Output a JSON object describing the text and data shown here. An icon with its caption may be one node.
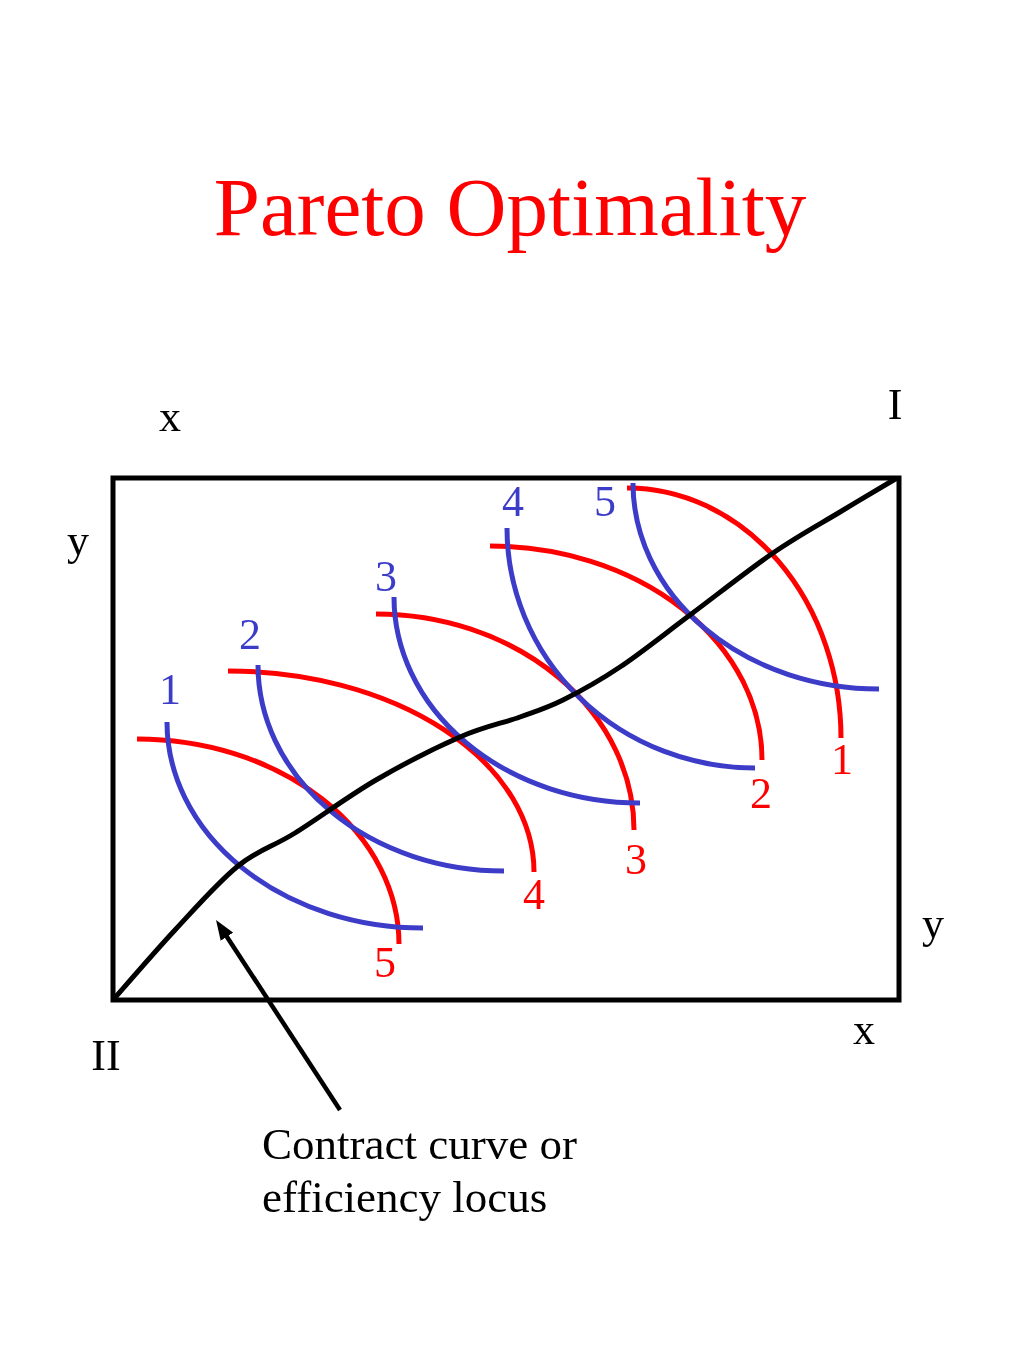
{
  "diagram": {
    "title": "Pareto Optimality",
    "nodes": [
      {
        "text": [
          "Contract curve or efficiency locus"
        ]
      },
      {
        "text": [],
        "shape": "curve"
      }
    ],
    "edges": [
      {
        "from": 0,
        "to": 1,
        "arrow": "to"
      }
    ],
    "labels": [
      "x",
      "I",
      "4",
      "5",
      "y",
      "3",
      "2",
      "1",
      "1",
      "2",
      "3",
      "4",
      "y",
      "5",
      "x",
      "II"
    ]
  }
}
